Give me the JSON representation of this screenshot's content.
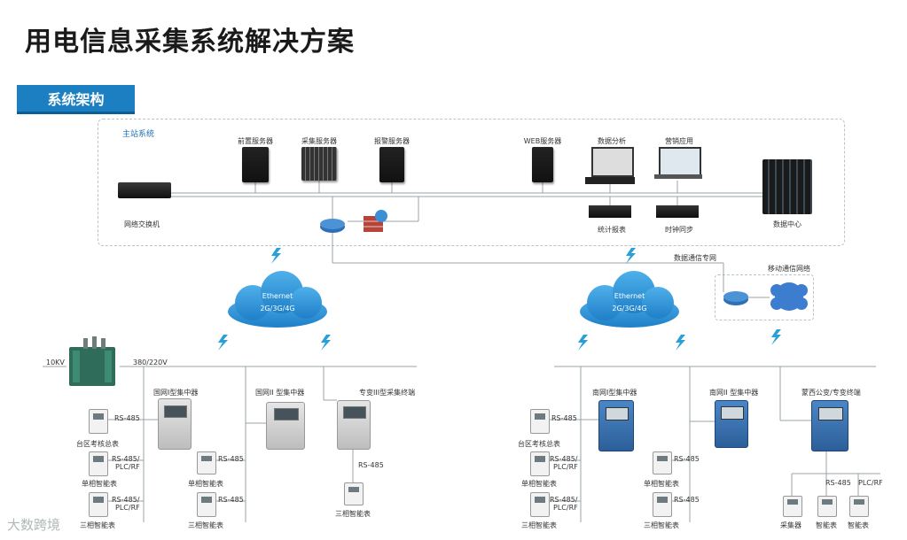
{
  "page": {
    "title": "用电信息采集系统解决方案",
    "section_tab": "系统架构",
    "watermark": "大数跨境"
  },
  "master_station": {
    "label": "主站系统",
    "network_switch": "网络交换机",
    "front_server": "前置服务器",
    "collect_server": "采集服务器",
    "alarm_server": "报警服务器",
    "web_server": "WEB服务器",
    "data_analysis": "数据分析",
    "marketing_app": "营销应用",
    "stat_report": "统计报表",
    "clock_sync": "时钟同步",
    "data_center": "数据中心"
  },
  "network": {
    "dedicated_net": "数据通信专网",
    "mobile_net": "移动通信网络",
    "cloud_left_1": "Ethernet",
    "cloud_left_2": "2G/3G/4G",
    "cloud_right_1": "Ethernet",
    "cloud_right_2": "2G/3G/4G"
  },
  "left_field": {
    "voltage_hv": "10KV",
    "voltage_lv": "380/220V",
    "concentrator_1": "国网I型集中器",
    "concentrator_2": "国网II 型集中器",
    "terminal": "专变III型采集终端",
    "rs485_a": "RS-485",
    "area_meter": "台区考核总表",
    "plc_rf_a_1": "RS-485/",
    "plc_rf_a_2": "PLC/RF",
    "single_meter_a": "单相智能表",
    "plc_rf_b_1": "RS-485/",
    "plc_rf_b_2": "PLC/RF",
    "three_meter_a": "三相智能表",
    "rs485_b": "RS-485",
    "single_meter_b": "单相智能表",
    "rs485_c": "RS-485",
    "three_meter_b": "三相智能表",
    "rs485_d": "RS-485",
    "three_meter_c": "三相智能表"
  },
  "right_field": {
    "concentrator_1": "南网I型集中器",
    "concentrator_2": "南网II 型集中器",
    "terminal": "蒙西公变/专变终端",
    "rs485_a": "RS-485",
    "area_meter": "台区考核总表",
    "plc_rf_a_1": "RS-485/",
    "plc_rf_a_2": "PLC/RF",
    "single_meter_a": "单相智能表",
    "plc_rf_b_1": "RS-485/",
    "plc_rf_b_2": "PLC/RF",
    "three_meter_a": "三相智能表",
    "rs485_b": "RS-485",
    "single_meter_b": "单相智能表",
    "rs485_c": "RS-485",
    "three_meter_b": "三相智能表",
    "rs485_d": "RS-485",
    "plc_rf": "PLC/RF",
    "collector": "采集器",
    "smart_meter_1": "智能表",
    "smart_meter_2": "智能表"
  },
  "colors": {
    "accent": "#1b7fc2",
    "cloud": "#2a8fd6",
    "bolt": "#2a9fd6",
    "label_blue": "#1b6fb5"
  }
}
